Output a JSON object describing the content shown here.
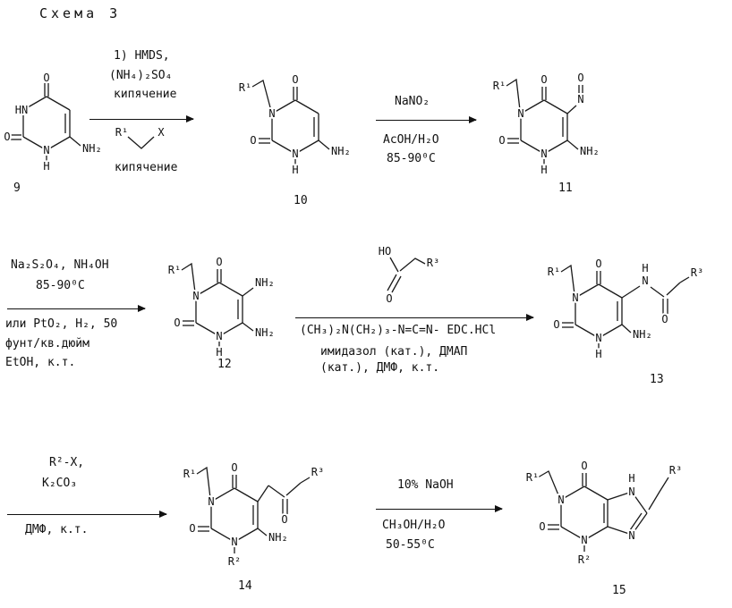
{
  "title": "Схема 3",
  "steps": {
    "s1": {
      "above1": "1) HMDS,",
      "above2": "(NH₄)₂SO₄",
      "above3": "кипячение",
      "below": "кипячение",
      "frag_r": "R¹",
      "frag_x": "X"
    },
    "s2": {
      "above1": "NaNO₂",
      "below1": "AcOH/H₂O",
      "below2": "85-90⁰C"
    },
    "s3": {
      "above1": "Na₂S₂O₄, NH₄OH",
      "above2": "85-90⁰C",
      "below1": "или PtO₂, H₂, 50",
      "below2": "фунт/кв.дюйм",
      "below3": "EtOH, к.т."
    },
    "s4": {
      "acid_ho": "HO",
      "acid_o": "O",
      "acid_r3": "R³",
      "below1": "(CH₃)₂N(CH₂)₃-N=C=N- EDC.HCl",
      "below2": "имидазол (кат.), ДМАП",
      "below3": "(кат.), ДМФ, к.т."
    },
    "s5": {
      "above1": "R²-X,",
      "above2": "K₂CO₃",
      "below1": "ДМФ, к.т."
    },
    "s6": {
      "above1": "10% NaOH",
      "below1": "CH₃OH/H₂O",
      "below2": "50-55⁰C"
    }
  },
  "compounds": {
    "c9": {
      "number": "9",
      "atoms": {
        "o_top": "O",
        "hn": "HN",
        "o_left": "O",
        "n1": "N",
        "h1": "H",
        "nh2": "NH₂"
      }
    },
    "c10": {
      "number": "10",
      "atoms": {
        "r1": "R¹",
        "o_top": "O",
        "n3": "N",
        "o_left": "O",
        "n1": "N",
        "h1": "H",
        "nh2": "NH₂"
      }
    },
    "c11": {
      "number": "11",
      "atoms": {
        "r1": "R¹",
        "o_top": "O",
        "n3": "N",
        "o_left": "O",
        "n1": "N",
        "h1": "H",
        "nh2": "NH₂",
        "n_no": "N",
        "o_no": "O"
      }
    },
    "c12": {
      "number": "12",
      "atoms": {
        "r1": "R¹",
        "o_top": "O",
        "n3": "N",
        "o_left": "O",
        "n1": "N",
        "h1": "H",
        "nh2_5": "NH₂",
        "nh2_6": "NH₂"
      }
    },
    "c13": {
      "number": "13",
      "atoms": {
        "r1": "R¹",
        "o_top": "O",
        "n3": "N",
        "o_left": "O",
        "n1": "N",
        "h1": "H",
        "nh2": "NH₂",
        "h_am": "H",
        "n_am": "N",
        "o_am": "O",
        "r3": "R³"
      }
    },
    "c14": {
      "number": "14",
      "atoms": {
        "r1": "R¹",
        "o_top": "O",
        "n3": "N",
        "o_left": "O",
        "n1": "N",
        "r2": "R²",
        "nh2": "NH₂",
        "o_ket": "O",
        "r3": "R³"
      }
    },
    "c15": {
      "number": "15",
      "atoms": {
        "r1": "R¹",
        "o_top": "O",
        "n1": "N",
        "o_left": "O",
        "n3": "N",
        "r2": "R²",
        "h7": "H",
        "n7": "N",
        "n9": "N",
        "r3": "R³"
      }
    }
  }
}
